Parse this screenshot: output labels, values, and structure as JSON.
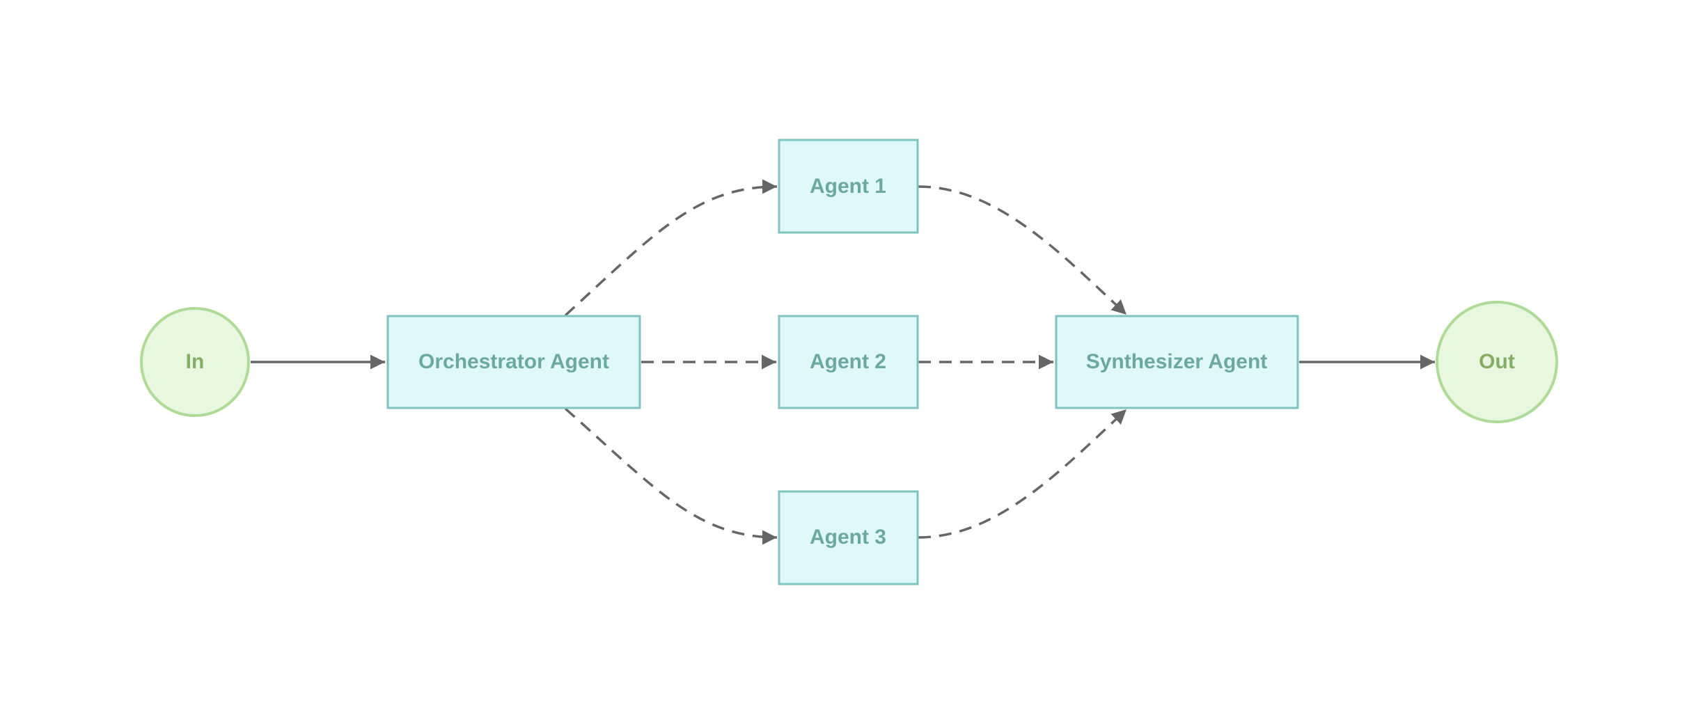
{
  "diagram": {
    "nodes": {
      "in": {
        "label": "In"
      },
      "orchestrator": {
        "label": "Orchestrator Agent"
      },
      "agent1": {
        "label": "Agent 1"
      },
      "agent2": {
        "label": "Agent 2"
      },
      "agent3": {
        "label": "Agent 3"
      },
      "synthesizer": {
        "label": "Synthesizer Agent"
      },
      "out": {
        "label": "Out"
      }
    },
    "edges": [
      {
        "from": "In",
        "to": "Orchestrator Agent",
        "style": "solid"
      },
      {
        "from": "Orchestrator Agent",
        "to": "Agent 1",
        "style": "dashed"
      },
      {
        "from": "Orchestrator Agent",
        "to": "Agent 2",
        "style": "dashed"
      },
      {
        "from": "Orchestrator Agent",
        "to": "Agent 3",
        "style": "dashed"
      },
      {
        "from": "Agent 1",
        "to": "Synthesizer Agent",
        "style": "dashed"
      },
      {
        "from": "Agent 2",
        "to": "Synthesizer Agent",
        "style": "dashed"
      },
      {
        "from": "Agent 3",
        "to": "Synthesizer Agent",
        "style": "dashed"
      },
      {
        "from": "Synthesizer Agent",
        "to": "Out",
        "style": "solid"
      }
    ],
    "colors": {
      "agent_fill": "#e0f8f9",
      "agent_stroke": "#7fc4c1",
      "agent_text": "#6aa8a4",
      "terminal_fill": "#e7f7e0",
      "terminal_stroke": "#aedb96",
      "terminal_text": "#86ae62",
      "edge": "#666666"
    }
  }
}
